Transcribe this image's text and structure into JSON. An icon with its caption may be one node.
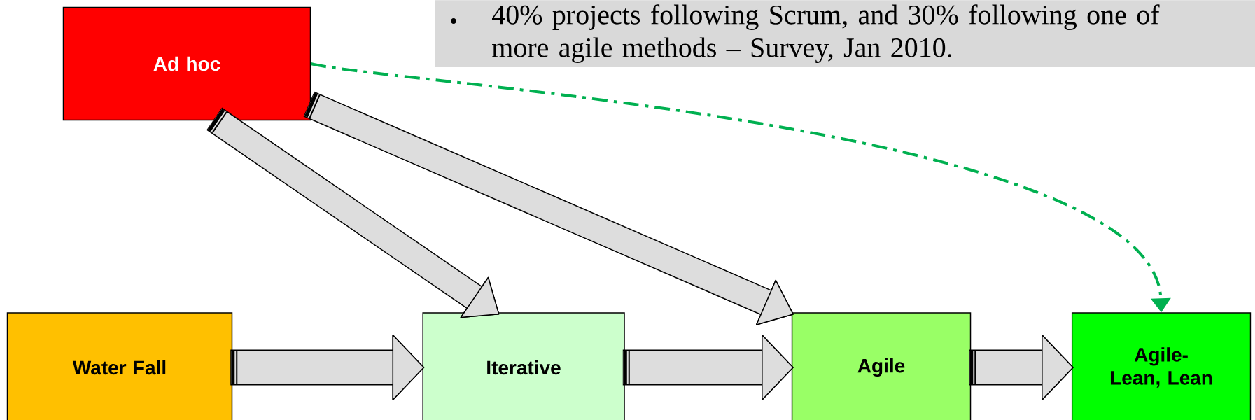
{
  "diagram": {
    "nodes": [
      {
        "text": [
          "Ad hoc"
        ]
      },
      {
        "text": [
          "40% projects following Scrum, and 30% following one of more agile methods – Survey, Jan 2010."
        ]
      },
      {
        "text": [
          "Water Fall"
        ]
      },
      {
        "text": [
          "Iterative"
        ]
      },
      {
        "text": [
          "Agile"
        ]
      },
      {
        "text": [
          "Agile- Lean, Lean"
        ]
      }
    ],
    "edges": [
      {
        "from": 0,
        "to": 3,
        "arrow": "to"
      },
      {
        "from": 0,
        "to": 4,
        "arrow": "to"
      },
      {
        "from": 0,
        "to": 5,
        "arrow": "to",
        "style": "dashed",
        "color": "#00b050"
      },
      {
        "from": 2,
        "to": 3,
        "arrow": "to"
      },
      {
        "from": 3,
        "to": 4,
        "arrow": "to"
      },
      {
        "from": 4,
        "to": 5,
        "arrow": "to"
      }
    ]
  }
}
